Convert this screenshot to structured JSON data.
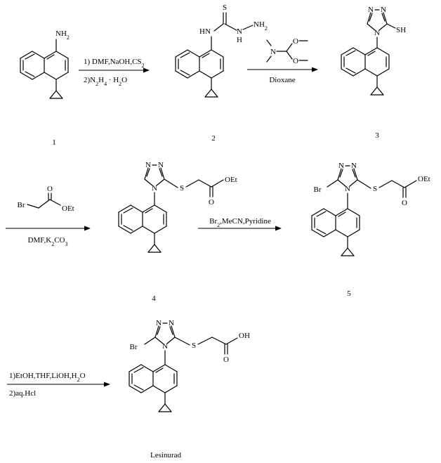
{
  "scheme": {
    "compounds": [
      {
        "number": "1",
        "atoms": {
          "nh2": "NH2"
        }
      },
      {
        "number": "2",
        "atoms": {
          "s": "S",
          "hn": "HN",
          "nh": "N",
          "h": "H",
          "nh2": "NH2"
        }
      },
      {
        "number": "3",
        "atoms": {
          "n1": "N",
          "n2": "N",
          "n4": "N",
          "sh": "SH"
        }
      },
      {
        "number": "4",
        "atoms": {
          "n1": "N",
          "n2": "N",
          "n4": "N",
          "s": "S",
          "o": "O",
          "oet": "OEt"
        }
      },
      {
        "number": "5",
        "atoms": {
          "n1": "N",
          "n2": "N",
          "n4": "N",
          "br": "Br",
          "s": "S",
          "o": "O",
          "oet": "OEt"
        }
      },
      {
        "number": "Lesinurad",
        "atoms": {
          "n1": "N",
          "n2": "N",
          "n4": "N",
          "br": "Br",
          "s": "S",
          "o": "O",
          "oh": "OH"
        }
      }
    ],
    "reagents": {
      "dmfdma": {
        "n": "N",
        "o1": "O",
        "o2": "O"
      },
      "bromoacetate": {
        "br": "Br",
        "o": "O",
        "oet": "OEt"
      }
    },
    "steps": [
      {
        "id": "step1",
        "above": "1) DMF,NaOH,CS2",
        "below": "2)N2H4 · H2O"
      },
      {
        "id": "step2",
        "above": "",
        "below": "Dioxane"
      },
      {
        "id": "step3",
        "above": "",
        "below": "DMF,K2CO3"
      },
      {
        "id": "step4",
        "above": "Br2,MeCN,Pyridine",
        "below": ""
      },
      {
        "id": "step5",
        "above": "1)EtOH,THF,LiOH,H2O",
        "below": "2)aq.Hcl"
      }
    ]
  }
}
